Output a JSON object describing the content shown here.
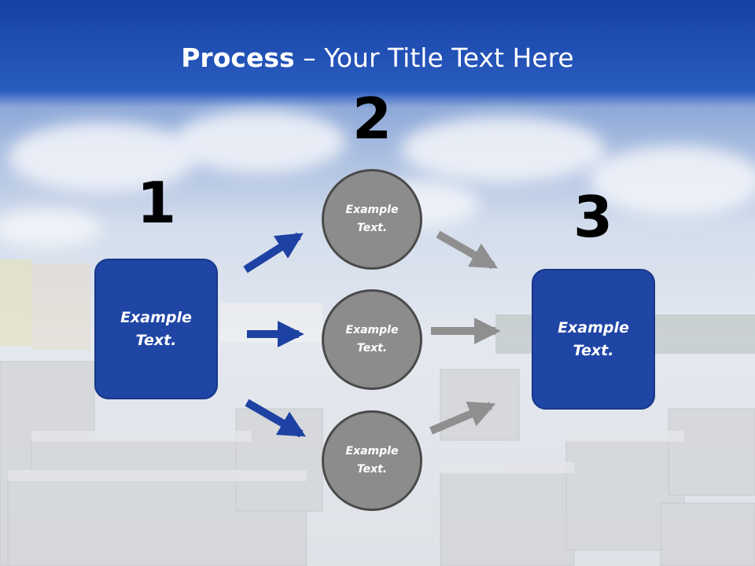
{
  "title": {
    "bold": "Process",
    "rest": " – Your Title Text Here"
  },
  "steps": [
    {
      "number": "1",
      "text": "Example\nText."
    },
    {
      "number": "2",
      "items": [
        "Example\nText.",
        "Example\nText.",
        "Example\nText."
      ]
    },
    {
      "number": "3",
      "text": "Example\nText."
    }
  ],
  "colors": {
    "header": "#1f4fb4",
    "box": "#1f45a5",
    "circle": "#8c8c8c",
    "blue_arrow": "#1d42a3",
    "gray_arrow": "#8f8f8f"
  }
}
